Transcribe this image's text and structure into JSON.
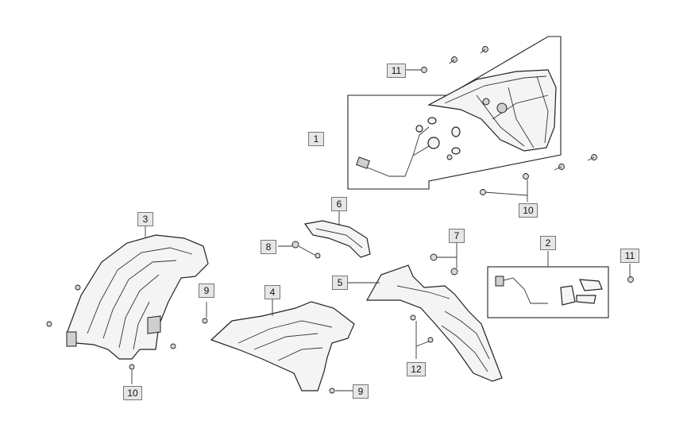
{
  "callouts": {
    "c1": "1",
    "c2": "2",
    "c3": "3",
    "c4": "4",
    "c5": "5",
    "c6": "6",
    "c7": "7",
    "c8": "8",
    "c9a": "9",
    "c9b": "9",
    "c10a": "10",
    "c10b": "10",
    "c11a": "11",
    "c11b": "11",
    "c12": "12"
  }
}
